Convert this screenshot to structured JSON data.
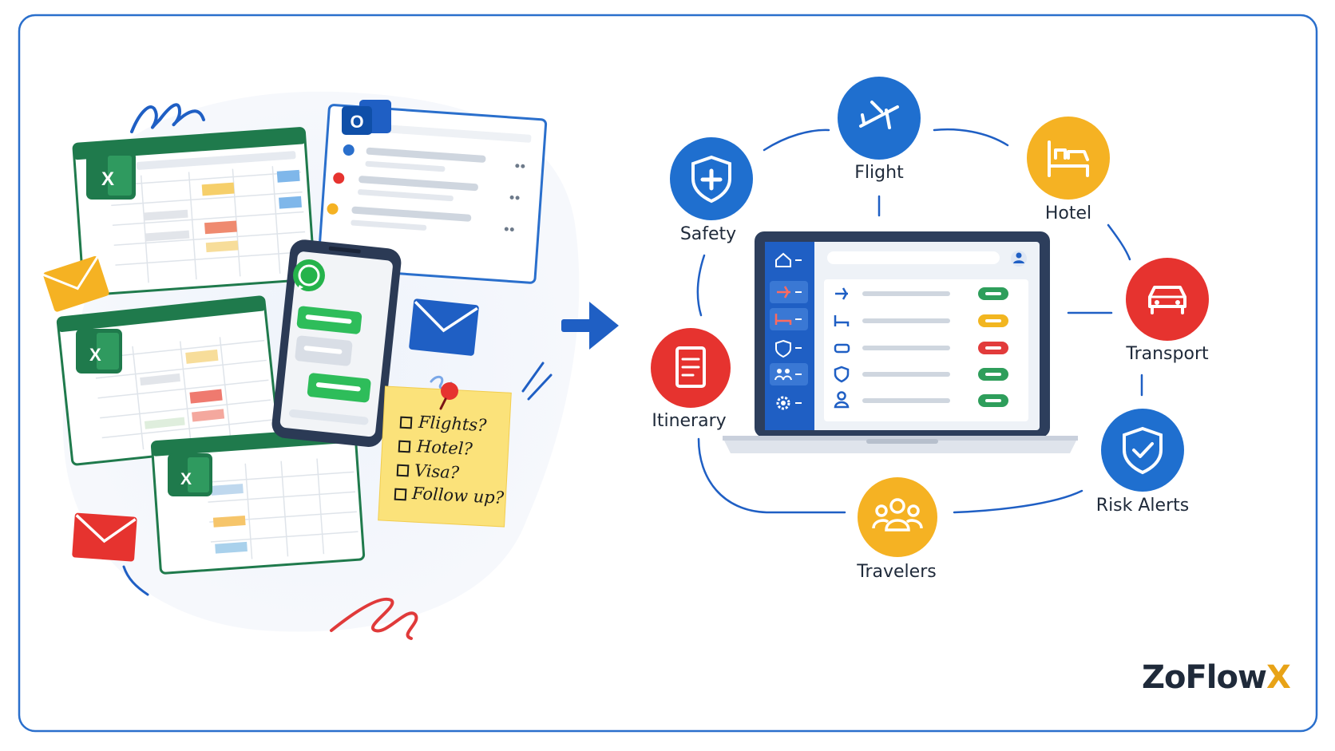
{
  "nodes": {
    "flight": {
      "label": "Flight",
      "color": "#1f6fcf"
    },
    "hotel": {
      "label": "Hotel",
      "color": "#f5b223"
    },
    "safety": {
      "label": "Safety",
      "color": "#1f6fcf"
    },
    "transport": {
      "label": "Transport",
      "color": "#e6332f"
    },
    "itinerary": {
      "label": "Itinerary",
      "color": "#e6332f"
    },
    "risk_alerts": {
      "label": "Risk Alerts",
      "color": "#1f6fcf"
    },
    "travelers": {
      "label": "Travelers",
      "color": "#f5b223"
    }
  },
  "sticky_note": {
    "items": [
      "Flights?",
      "Hotel?",
      "Visa?",
      "Follow up?"
    ]
  },
  "brand": {
    "name": "ZoFlow",
    "suffix": "X"
  },
  "icons": {
    "excel": "excel-icon",
    "outlook": "outlook-icon",
    "whatsapp": "whatsapp-icon",
    "mail": "envelope-icon",
    "pin": "pushpin-icon"
  },
  "dashboard": {
    "sidebar": [
      "home-icon",
      "plane-icon",
      "bed-icon",
      "shield-icon",
      "users-icon",
      "gear-icon"
    ],
    "rows": [
      {
        "icon": "plane-icon",
        "status": "#2e9e5b"
      },
      {
        "icon": "bed-icon",
        "status": "#f2b620"
      },
      {
        "icon": "car-icon",
        "status": "#e23b3b"
      },
      {
        "icon": "shield-icon",
        "status": "#2e9e5b"
      },
      {
        "icon": "user-icon",
        "status": "#2e9e5b"
      }
    ]
  }
}
